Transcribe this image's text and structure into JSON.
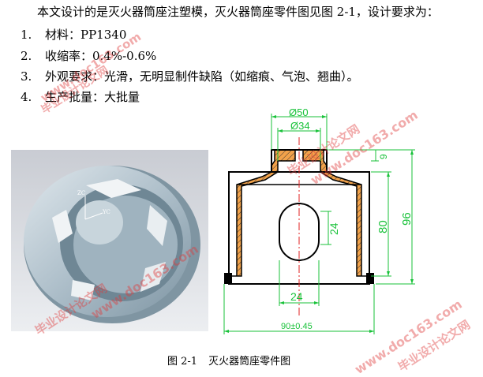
{
  "intro_text": "本文设计的是灭火器筒座注塑模，灭火器筒座零件图见图 2-1，设计要求为：",
  "requirements": [
    {
      "num": "1.",
      "text": "材料：PP1340"
    },
    {
      "num": "2.",
      "text": "收缩率：0.4%-0.6%"
    },
    {
      "num": "3.",
      "text": "外观要求：光滑，无明显制件缺陷（如缩痕、气泡、翘曲）。"
    },
    {
      "num": "4.",
      "text": "生产批量：大批量"
    }
  ],
  "render_axes": {
    "z": "ZC",
    "y": "YC"
  },
  "drawing": {
    "dim_top_outer": "Ø50",
    "dim_top_inner": "Ø34",
    "dim_step": "9",
    "dim_slot_height": "24",
    "dim_inner_height": "80",
    "dim_total_height": "96",
    "dim_slot_width": "24",
    "dim_base": "90±0.45"
  },
  "caption": {
    "label": "图 2-1",
    "title": "灭火器筒座零件图"
  },
  "watermarks": {
    "site": "www.doc163.com",
    "brand": "毕业设计论文网"
  },
  "colors": {
    "dimension": "#19c23a",
    "section_fill": "#f2a24a",
    "watermark": "#e03a3a"
  }
}
